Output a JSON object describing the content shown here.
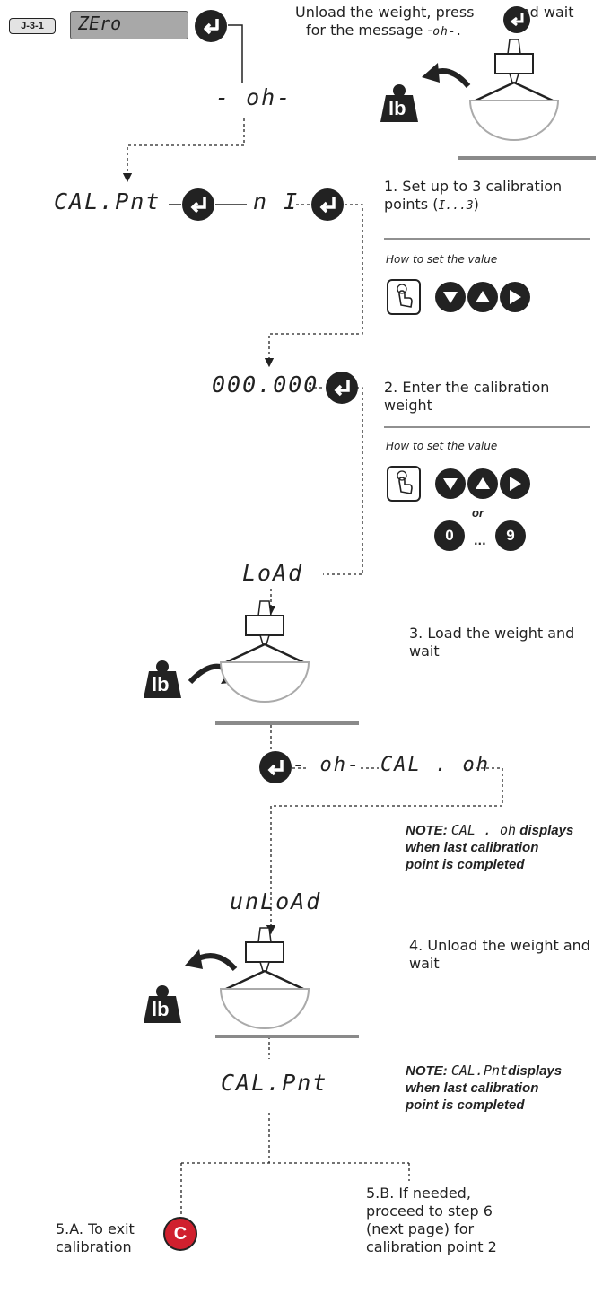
{
  "step_badge": "J-3-1",
  "lcd_display": "ZEro",
  "top_message": {
    "line1a": "Unload the weight, press",
    "line1b": "and wait",
    "line2": "for the message -",
    "line2_seg": "oh-",
    "line2_end": "."
  },
  "displays": {
    "ok1": "- oh-",
    "calpnt": "CAL.Pnt",
    "n1": "n   I",
    "zeros": "000.000",
    "load": "LoAd",
    "ok2": "- oh-",
    "calok": "CAL . oh",
    "unload": "unLoAd",
    "calpnt2": "CAL.Pnt"
  },
  "step1": {
    "text": "1. Set up to 3 calibration points (",
    "range": "I...3",
    "end": ")",
    "hint": "How to set the value"
  },
  "step2": {
    "line1": "2. Enter the calibration",
    "line2": "weight",
    "hint": "How to set the value",
    "or": "or",
    "digit0": "0",
    "digit9": "9",
    "ellipsis": "..."
  },
  "step3": {
    "line1": "3. Load the weight and",
    "line2": "wait"
  },
  "step4": {
    "line1": "4. Unload the weight and",
    "line2": "wait"
  },
  "note1": {
    "label": "NOTE:",
    "seg": "CAL . oh",
    "rest1": "displays",
    "rest2": "when last calibration",
    "rest3": "point is completed"
  },
  "note2": {
    "label": "NOTE:",
    "seg": "CAL.Pnt",
    "rest1": "displays",
    "rest2": "when last calibration",
    "rest3": "point is completed"
  },
  "step5a": {
    "line1": "5.A. To exit",
    "line2": "calibration",
    "button": "C"
  },
  "step5b": {
    "line1": "5.B. If needed,",
    "line2": "proceed to step 6",
    "line3": "(next page) for",
    "line4": "calibration point 2"
  },
  "weight_label": "lb",
  "colors": {
    "accent_red": "#d0202e",
    "dark": "#222222",
    "lcd": "#a8a8a8",
    "divider": "#8a8a8a"
  }
}
